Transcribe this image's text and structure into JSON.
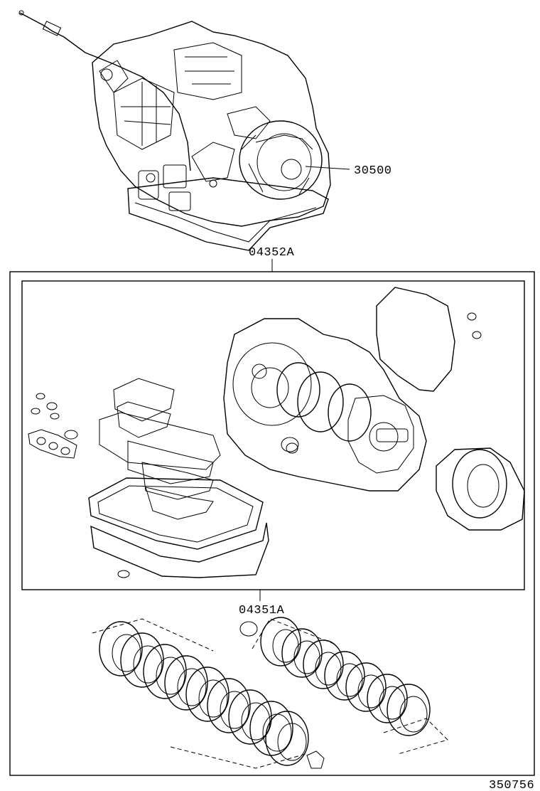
{
  "parts": {
    "transaxle_assembly": {
      "code": "30500"
    },
    "overhaul_gasket_kit": {
      "code": "04352A"
    },
    "overhaul_kit": {
      "code": "04351A"
    }
  },
  "diagram_id": "350756"
}
